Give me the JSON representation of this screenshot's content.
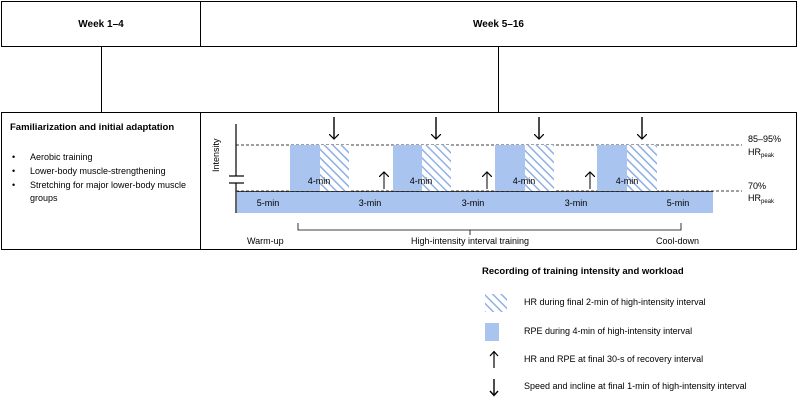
{
  "header": {
    "week1_label": "Week 1–4",
    "week2_label": "Week 5–16"
  },
  "familiarization": {
    "title": "Familiarization  and initial adaptation",
    "items": [
      "Aerobic training",
      "Lower-body muscle-strengthening",
      "Stretching for major lower-body muscle groups"
    ]
  },
  "protocol": {
    "y_axis_label": "Intensity",
    "high_level_label": "85–95%",
    "low_level_label": "70%",
    "level_unit_base": "HR",
    "level_unit_sub": "peak",
    "warmup_duration": "5-min",
    "cooldown_duration": "5-min",
    "interval_label": "4-min",
    "recovery_label": "3-min",
    "interval_count": 4,
    "phase_warmup": "Warm-up",
    "phase_hiit": "High-intensity  interval training",
    "phase_cooldown": "Cool-down"
  },
  "legend": {
    "title": "Recording of training intensity and workload",
    "items": [
      {
        "icon": "hatched-bar-icon",
        "text": "HR during final 2-min of high-intensity interval"
      },
      {
        "icon": "solid-bar-icon",
        "text": "RPE during 4-min of high-intensity interval"
      },
      {
        "icon": "up-arrow-icon",
        "text": "HR and RPE at final 30-s of recovery interval"
      },
      {
        "icon": "down-arrow-icon",
        "text": "Speed and incline at final 1-min of high-intensity interval"
      }
    ]
  },
  "colors": {
    "bar_fill": "#a9c4ee",
    "hatch_stroke": "#8fb0e6",
    "frame": "#000000"
  }
}
